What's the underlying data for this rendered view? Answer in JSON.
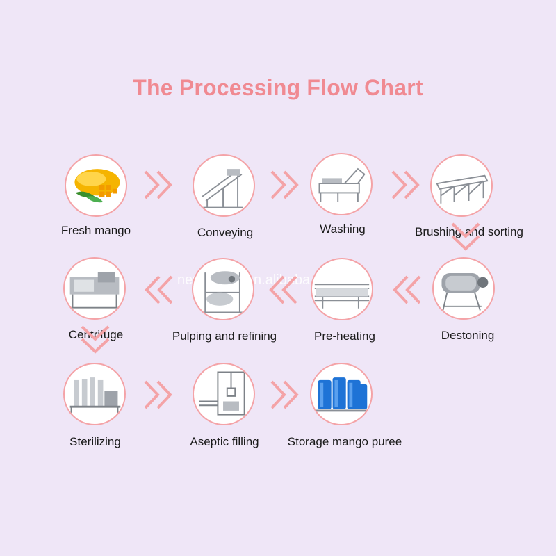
{
  "title": "The Processing Flow Chart",
  "watermark": "newfarmer.en.alibaba.com",
  "accent_color": "#f08a92",
  "arrow_color": "#f4a3a7",
  "steps": [
    {
      "label": "Fresh mango",
      "icon": "mango-icon"
    },
    {
      "label": "Conveying",
      "icon": "conveyor-machine-icon"
    },
    {
      "label": "Washing",
      "icon": "washing-machine-icon"
    },
    {
      "label": "Brushing and sorting",
      "icon": "sorting-table-icon"
    },
    {
      "label": "Destoning",
      "icon": "destoning-machine-icon"
    },
    {
      "label": "Pre-heating",
      "icon": "preheater-icon"
    },
    {
      "label": "Pulping and refining",
      "icon": "pulping-machine-icon"
    },
    {
      "label": "Centrifuge",
      "icon": "centrifuge-icon"
    },
    {
      "label": "Sterilizing",
      "icon": "sterilizer-icon"
    },
    {
      "label": "Aseptic filling",
      "icon": "aseptic-filler-icon"
    },
    {
      "label": "Storage mango puree",
      "icon": "storage-drums-icon"
    }
  ]
}
